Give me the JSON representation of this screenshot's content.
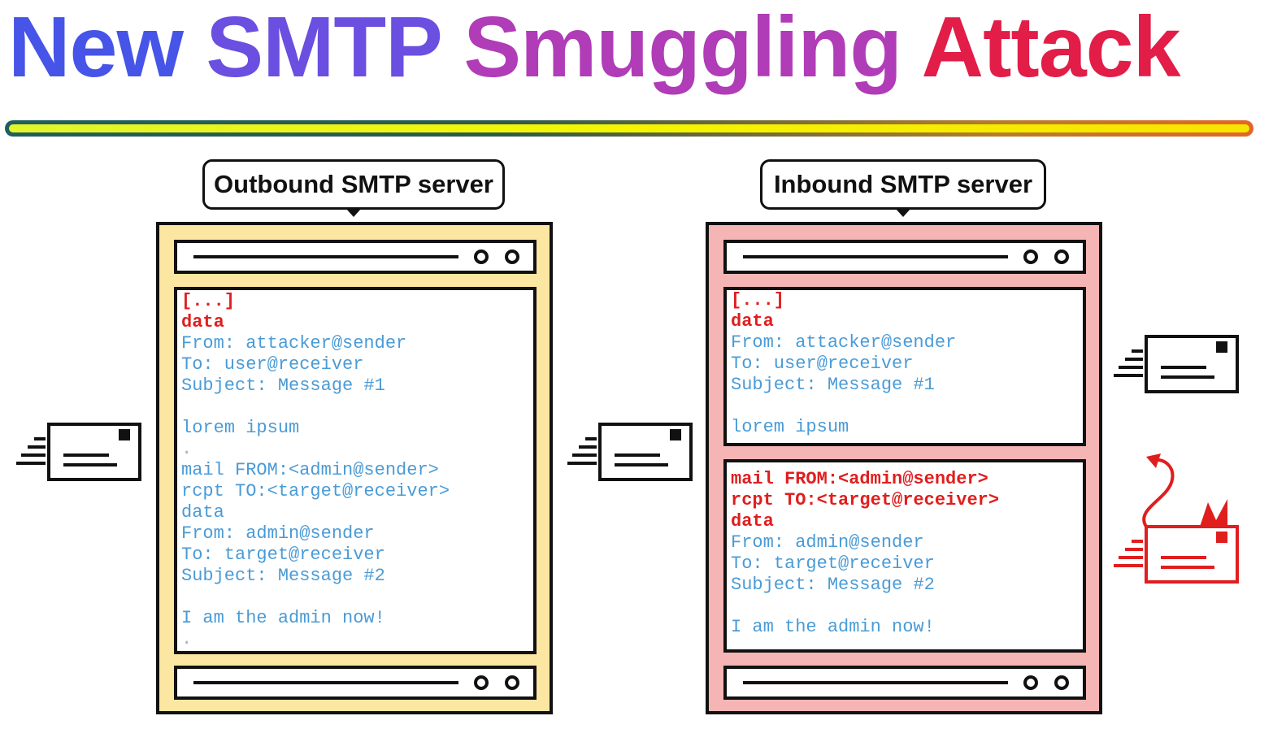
{
  "title": {
    "word1": "New",
    "word2": "SMTP",
    "word3": "Smuggling",
    "word4": "Attack"
  },
  "outbound": {
    "label": "Outbound SMTP server",
    "lines": [
      "[...]",
      "data",
      "From: attacker@sender",
      "To: user@receiver",
      "Subject: Message #1",
      "",
      "lorem ipsum",
      ".",
      "mail FROM:<admin@sender>",
      "rcpt TO:<target@receiver>",
      "data",
      "From: admin@sender",
      "To: target@receiver",
      "Subject: Message #2",
      "",
      "I am the admin now!",
      "."
    ]
  },
  "inbound": {
    "label": "Inbound SMTP server",
    "message1_lines": [
      "[...]",
      "data",
      "From: attacker@sender",
      "To: user@receiver",
      "Subject: Message #1",
      "",
      "lorem ipsum",
      "."
    ],
    "message2_lines": [
      "mail FROM:<admin@sender>",
      "rcpt TO:<target@receiver>",
      "data",
      "From: admin@sender",
      "To: target@receiver",
      "Subject: Message #2",
      "",
      "I am the admin now!",
      "."
    ]
  },
  "colors": {
    "command_red": "#e01e1e",
    "text_blue": "#4a9bd6",
    "outbound_fill": "#fce7a2",
    "inbound_fill": "#f5b5b5",
    "spoofed_red": "#e01e1e"
  },
  "icons": {
    "sent_mail": "envelope-icon",
    "relayed_mail": "envelope-icon",
    "delivered_mail": "envelope-icon",
    "spoofed_mail": "spoofed-envelope-icon"
  }
}
